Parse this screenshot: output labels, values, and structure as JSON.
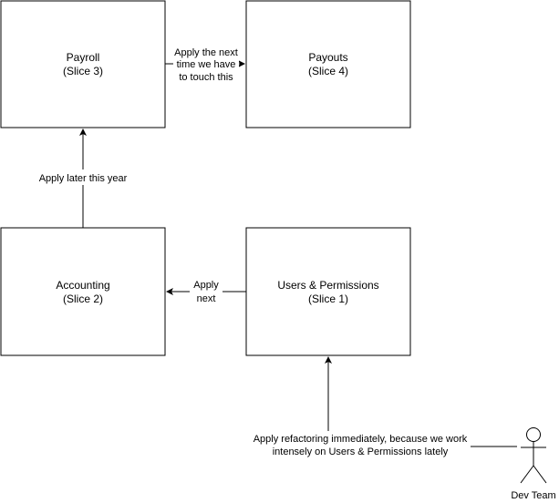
{
  "nodes": {
    "payroll": {
      "line1": "Payroll",
      "line2": "(Slice 3)"
    },
    "payouts": {
      "line1": "Payouts",
      "line2": "(Slice 4)"
    },
    "accounting": {
      "line1": "Accounting",
      "line2": "(Slice 2)"
    },
    "users": {
      "line1": "Users & Permissions",
      "line2": "(Slice 1)"
    }
  },
  "edges": {
    "payroll_to_payouts": {
      "line1": "Apply the next",
      "line2": "time we have",
      "line3": "to touch this"
    },
    "accounting_to_payroll": {
      "line1": "Apply later this year"
    },
    "users_to_accounting": {
      "line1": "Apply",
      "line2": "next"
    },
    "team_to_users": {
      "line1": "Apply refactoring immediately, because we work",
      "line2": "intensely on Users & Permissions lately"
    }
  },
  "actor": {
    "label": "Dev Team"
  },
  "colors": {
    "stroke": "#000000",
    "background": "#ffffff"
  }
}
